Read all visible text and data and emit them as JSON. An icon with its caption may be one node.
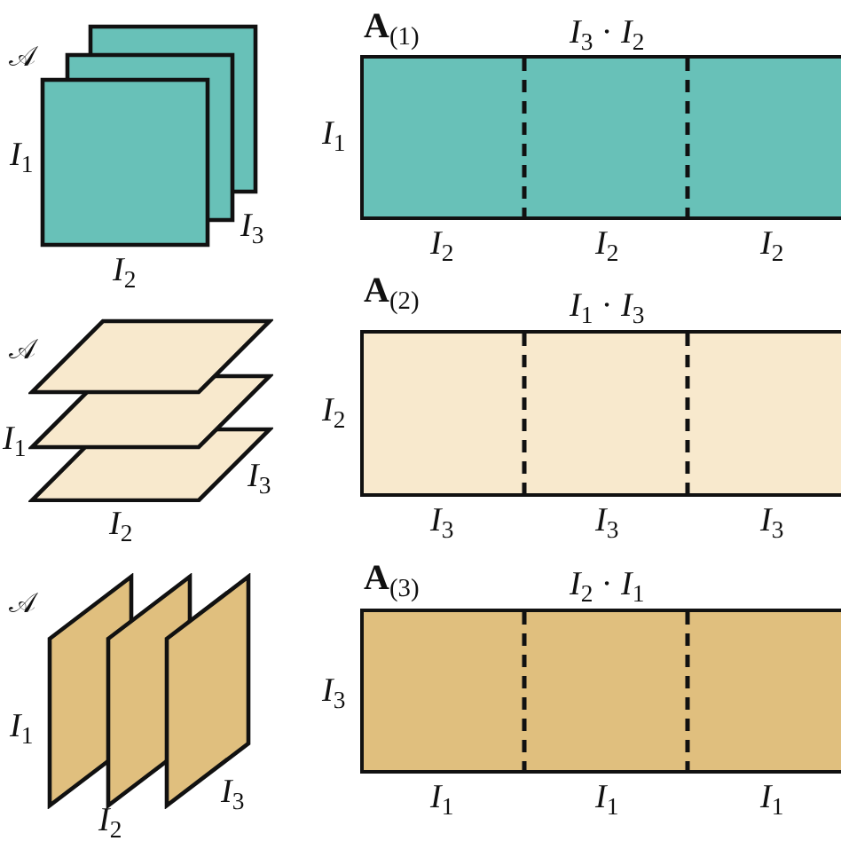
{
  "diagram": {
    "nodes": [
      {
        "text": [
          "𝒜",
          "*I*$_{1}$",
          "*I*$_{3}$",
          "*I*$_{2}$"
        ]
      },
      {
        "text": [
          "**A**$_{(1)}$",
          "*I*$_{3}$ · *I*$_{2}$"
        ],
        "beside": [
          "*I*$_{1}$",
          "*I*$_{2}$",
          "*I*$_{2}$",
          "*I*$_{2}$"
        ]
      },
      {
        "text": [
          "𝒜",
          "*I*$_{1}$",
          "*I*$_{3}$",
          "*I*$_{2}$"
        ]
      },
      {
        "text": [
          "**A**$_{(2)}$",
          "*I*$_{1}$ · *I*$_{3}$"
        ],
        "beside": [
          "*I*$_{2}$",
          "*I*$_{3}$",
          "*I*$_{3}$",
          "*I*$_{3}$"
        ]
      },
      {
        "text": [
          "𝒜",
          "*I*$_{1}$",
          "*I*$_{3}$",
          "*I*$_{2}$"
        ]
      },
      {
        "text": [
          "**A**$_{(3)}$",
          "*I*$_{2}$ · *I*$_{1}$"
        ],
        "beside": [
          "*I*$_{3}$",
          "*I*$_{1}$",
          "*I*$_{1}$",
          "*I*$_{1}$"
        ]
      }
    ]
  }
}
